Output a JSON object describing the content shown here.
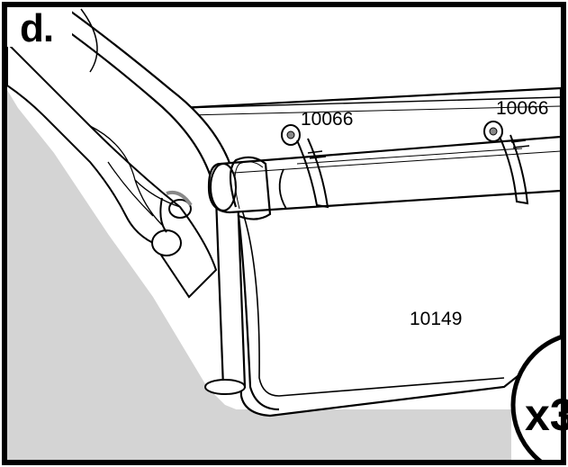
{
  "step": {
    "label": "d."
  },
  "parts": {
    "clip_left": "10066",
    "clip_right": "10066",
    "basket": "10149"
  },
  "quantity": {
    "label": "x3"
  },
  "colors": {
    "shadow_gray": "#d4d4d4",
    "line": "#000000",
    "background": "#ffffff"
  }
}
